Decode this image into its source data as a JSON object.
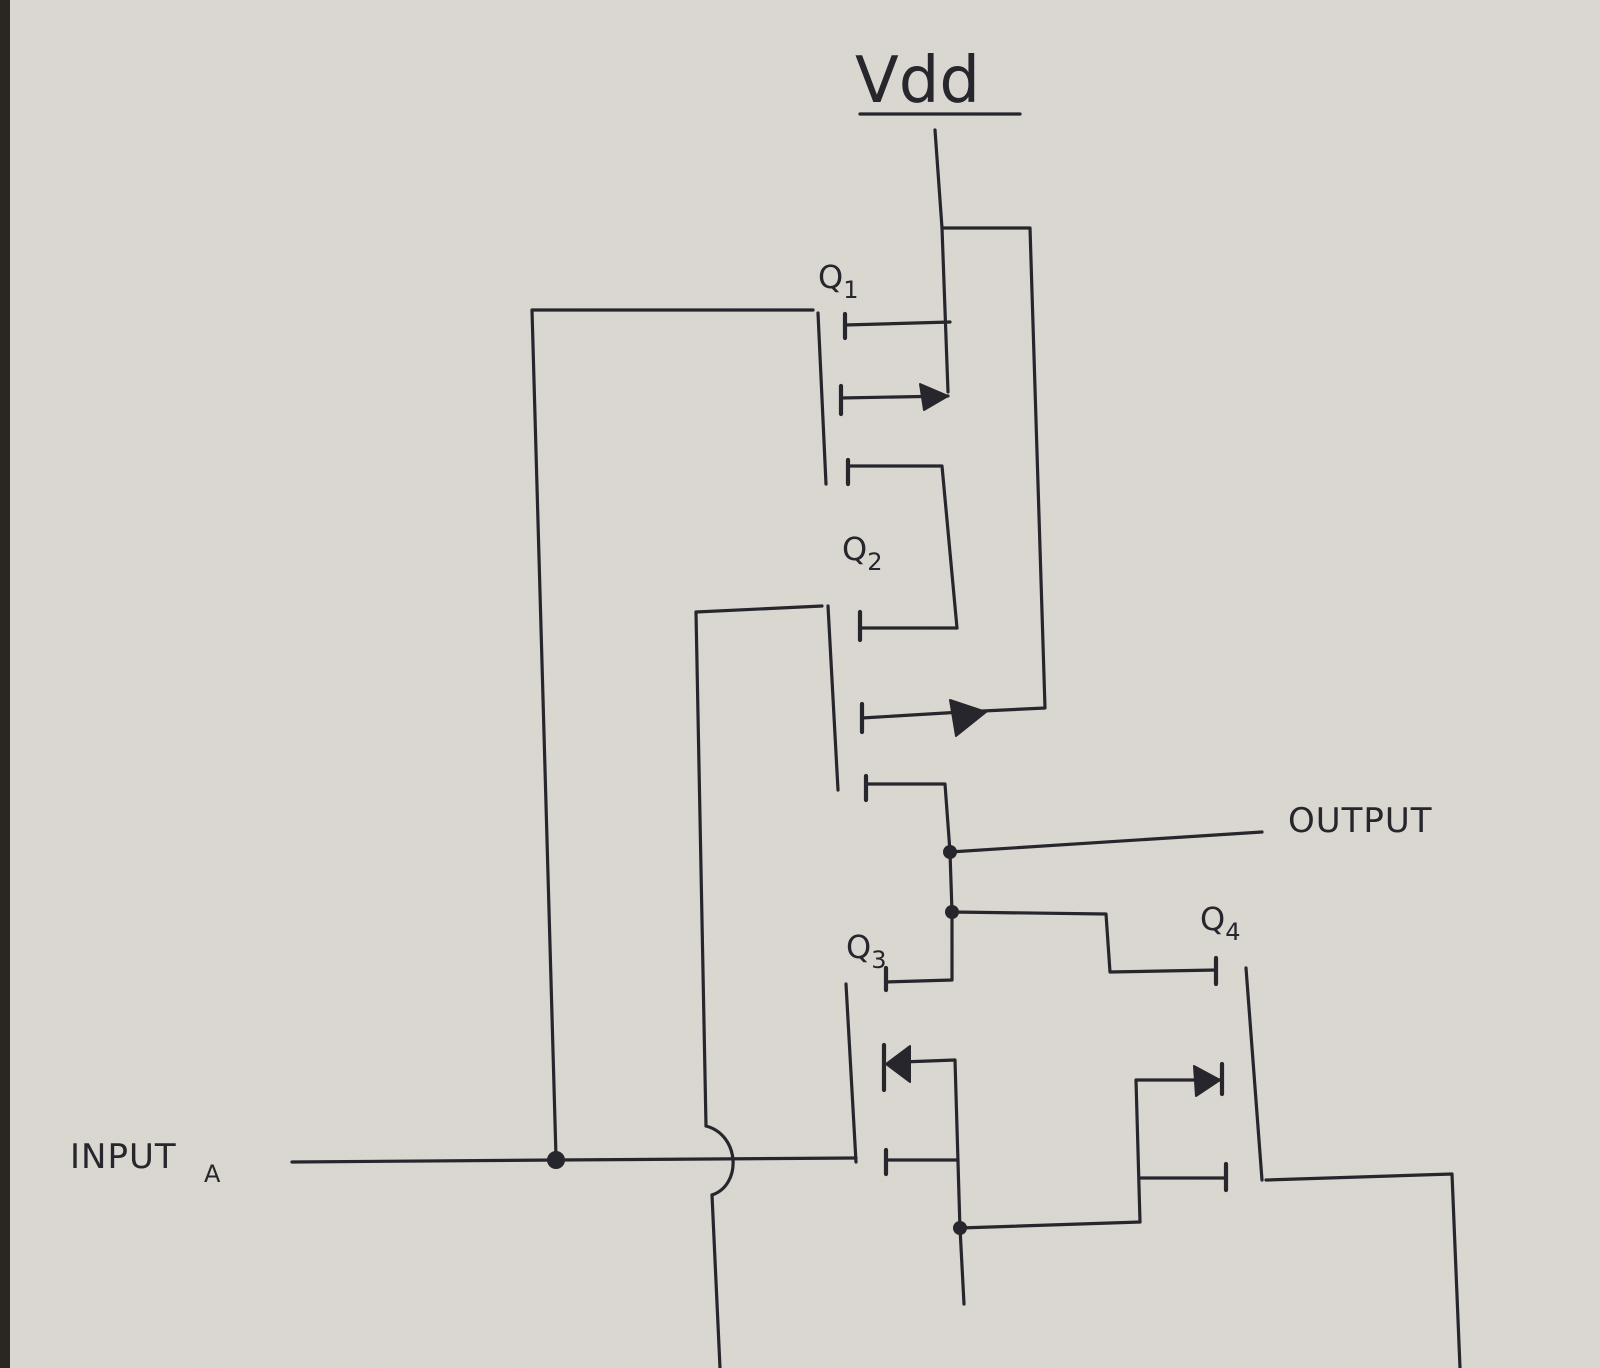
{
  "labels": {
    "supply": "Vdd",
    "output": "OUTPUT",
    "input_main": "INPUT",
    "input_sub": "A",
    "transistors": [
      {
        "name": "Q",
        "index": "1"
      },
      {
        "name": "Q",
        "index": "2"
      },
      {
        "name": "Q",
        "index": "3"
      },
      {
        "name": "Q",
        "index": "4"
      }
    ]
  },
  "colors": {
    "paper": "#dcd9d3",
    "ink": "#26262c",
    "background": "#2a2622"
  }
}
